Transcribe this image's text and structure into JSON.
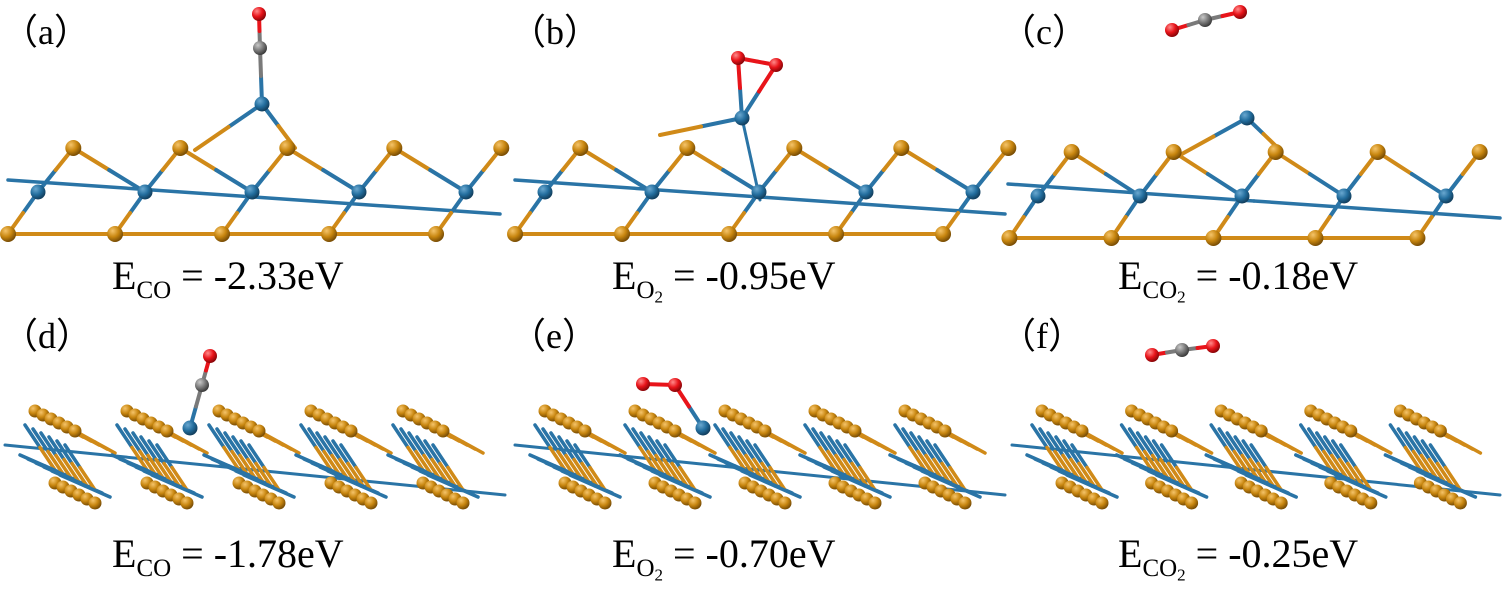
{
  "colors": {
    "metal": "#236e9e",
    "chalcogen": "#c8860f",
    "oxygen": "#e8141a",
    "carbon": "#7a7a7a",
    "bond_metal": "#2a74a6",
    "bond_chalcogen": "#d08a18"
  },
  "panels": [
    {
      "label": "（a）",
      "energy": {
        "symbol": "E",
        "species": "CO",
        "subscript_number": "",
        "value_text": " = -2.33eV"
      },
      "view": "side",
      "adsorbate": "CO-upright"
    },
    {
      "label": "（b）",
      "energy": {
        "symbol": "E",
        "species": "O",
        "subscript_number": "2",
        "value_text": " = -0.95eV"
      },
      "view": "side",
      "adsorbate": "O2-peroxo"
    },
    {
      "label": "（c）",
      "energy": {
        "symbol": "E",
        "species": "CO",
        "subscript_number": "2",
        "value_text": " = -0.18eV"
      },
      "view": "side",
      "adsorbate": "CO2-gas"
    },
    {
      "label": "（d）",
      "energy": {
        "symbol": "E",
        "species": "CO",
        "subscript_number": "",
        "value_text": " = -1.78eV"
      },
      "view": "perspective",
      "adsorbate": "CO-tilted"
    },
    {
      "label": "（e）",
      "energy": {
        "symbol": "E",
        "species": "O",
        "subscript_number": "2",
        "value_text": " = -0.70eV"
      },
      "view": "perspective",
      "adsorbate": "O2-end-on"
    },
    {
      "label": "（f）",
      "energy": {
        "symbol": "E",
        "species": "CO",
        "subscript_number": "2",
        "value_text": " = -0.25eV"
      },
      "view": "perspective",
      "adsorbate": "CO2-gas"
    }
  ]
}
